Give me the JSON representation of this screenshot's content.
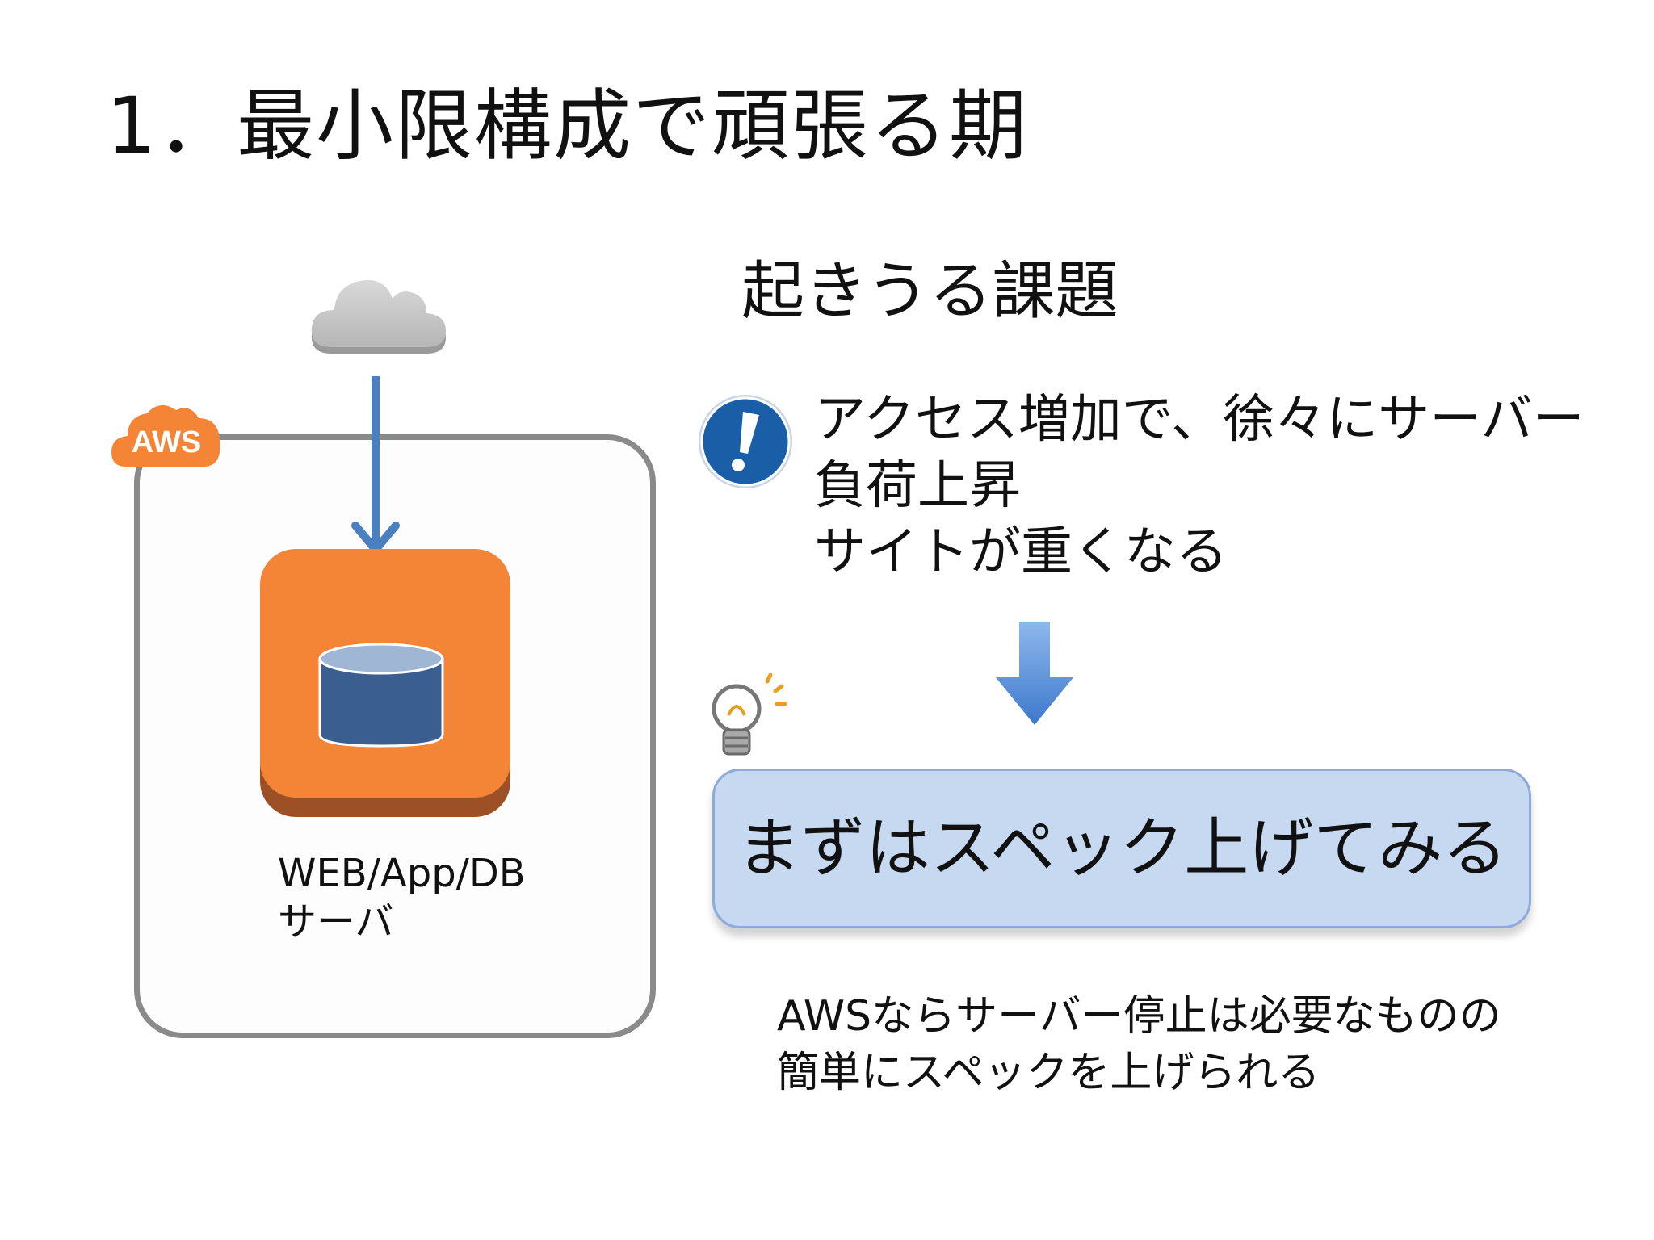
{
  "title": "1．最小限構成で頑張る期",
  "left_diagram": {
    "aws_badge": "AWS",
    "server_caption_line1": "WEB/App/DB",
    "server_caption_line2": "サーバ",
    "icons": [
      "cloud-icon",
      "aws-cloud-icon",
      "database-icon",
      "arrow-down-icon"
    ]
  },
  "issues": {
    "heading": "起きうる課題",
    "lines": [
      "アクセス増加で、徐々にサーバー",
      "負荷上昇",
      "サイトが重くなる"
    ],
    "icon": "exclamation-icon"
  },
  "solution": {
    "text": "まずはスペック上げてみる",
    "icon": "lightbulb-icon"
  },
  "note": {
    "line1": "AWSならサーバー停止は必要なものの",
    "line2": "簡単にスペックを上げられる"
  },
  "colors": {
    "aws_orange": "#f58536",
    "aws_orange_dark": "#9d5025",
    "db_blue": "#3a5e8f",
    "arrow_blue": "#4a7fc0",
    "solution_fill": "#c6d9f1",
    "frame_gray": "#8a8a8a",
    "alert_blue": "#1a5ea8"
  }
}
